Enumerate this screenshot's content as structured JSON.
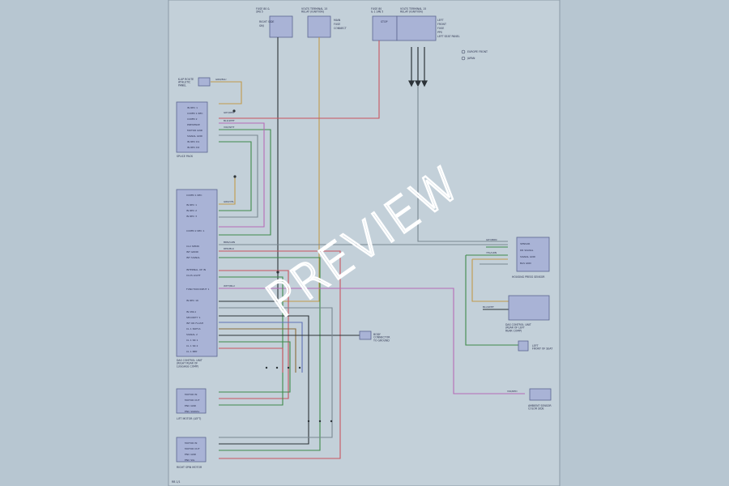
{
  "watermark": "PREVIEW",
  "page_number": "RB 1/1",
  "legend": {
    "items": [
      "EUROPE FRONT",
      "JAPAN"
    ]
  },
  "top_boxes": [
    {
      "title": "FUSE 80 &\nSMJ 5",
      "lines": [
        "RIGHT SIDE",
        "SMJ"
      ]
    },
    {
      "title": "VOLTS TERMINAL 15\nRELAY (IGNITION)",
      "lines": [
        "MAIN",
        "FUSE",
        "CONNECT"
      ]
    },
    {
      "title": "FUSE 80\n& 1 SMJ 5",
      "lines": [
        "STOP"
      ]
    },
    {
      "title": "VOLTS TERMINAL 15\nRELAY (IGNITION)",
      "lines": [
        "LEFT",
        "FRONT",
        "FUSE",
        "PPS",
        "LEFT SEAT PANEL"
      ]
    }
  ],
  "components": {
    "connector_top_left": {
      "label": "K-UP ROUTE\nATHLETIC\nPANEL"
    },
    "splice_pack": {
      "label": "SPLICE PACK",
      "pins": [
        "IN REC 1",
        "COMM 1 REC",
        "COMM 2",
        "PRESENCE",
        "MOTOR GND",
        "SIGNAL GND",
        "IN REC D1",
        "IN REC D2"
      ]
    },
    "main_module": {
      "label": "DAS CONTROL UNIT\n(RIGHT REAR OF\nLUGGAGE COMP)",
      "pins": [
        "COMM 1 REC",
        "IN REC 1",
        "IN REC 2",
        "IN REC 3",
        "COMM 2 REC 1",
        "CLU SPRIN",
        "INT GRND",
        "INT SIGNAL",
        "INTERNAL UP IN",
        "CLUS LIGHT",
        "FUNCTION INPUT 1",
        "IN REC 16",
        "IN UNL1",
        "SECURITY 1",
        "INT OR FLASH",
        "CL 1 NOFLS",
        "SIGNAL 2",
        "CL 1 SR 1",
        "CL 1 SR 2",
        "CL 1 BEP"
      ]
    },
    "lift_motor_left": {
      "label": "LIFT MOTOR (LEFT)",
      "pins": [
        "MOTOR IN",
        "MOTOR OUT",
        "ENC GND",
        "ENC SIGNAL"
      ]
    },
    "lift_motor_right": {
      "label": "RIGHT SPIN MOTOR",
      "pins": [
        "MOTOR IN",
        "MOTOR OUT",
        "ENC GND",
        "ENC SIG"
      ]
    },
    "pressure_sensor": {
      "label": "HOUSING PRESS SENSOR",
      "pins": [
        "SENSOR",
        "DR SIGNAL",
        "SIGNAL GND",
        "BAS GND"
      ]
    },
    "side_control": {
      "label": "DAS CONTROL UNIT\n(REAR OF LEFT\nREAR COMP)"
    },
    "ambient_sensor": {
      "label": "AMBIENT SENSOR\nCOLOR SIDE"
    },
    "left_sensor": {
      "label": "LEFT\nFRONT OF SEAT"
    },
    "side_connector": {
      "label": "BODY\nCONNECTOR\nTO GROUND"
    }
  },
  "wire_labels": [
    "GRN/BLU",
    "GRY/RED",
    "BLK/WHT",
    "VIO/WHT",
    "GRN/YEL",
    "BRN/GRN",
    "RED/BLK",
    "WHT/BLU",
    "GRY/BRN",
    "YEL/GRN",
    "BLU/WHT",
    "VIO/RED"
  ],
  "colors": {
    "red": "#c8555f",
    "green": "#3f8a4a",
    "orange": "#c29a4b",
    "violet": "#b66ab8",
    "gray": "#7a8791",
    "black": "#2c3338",
    "blue": "#5f72b8",
    "brown": "#8a6b3a"
  }
}
